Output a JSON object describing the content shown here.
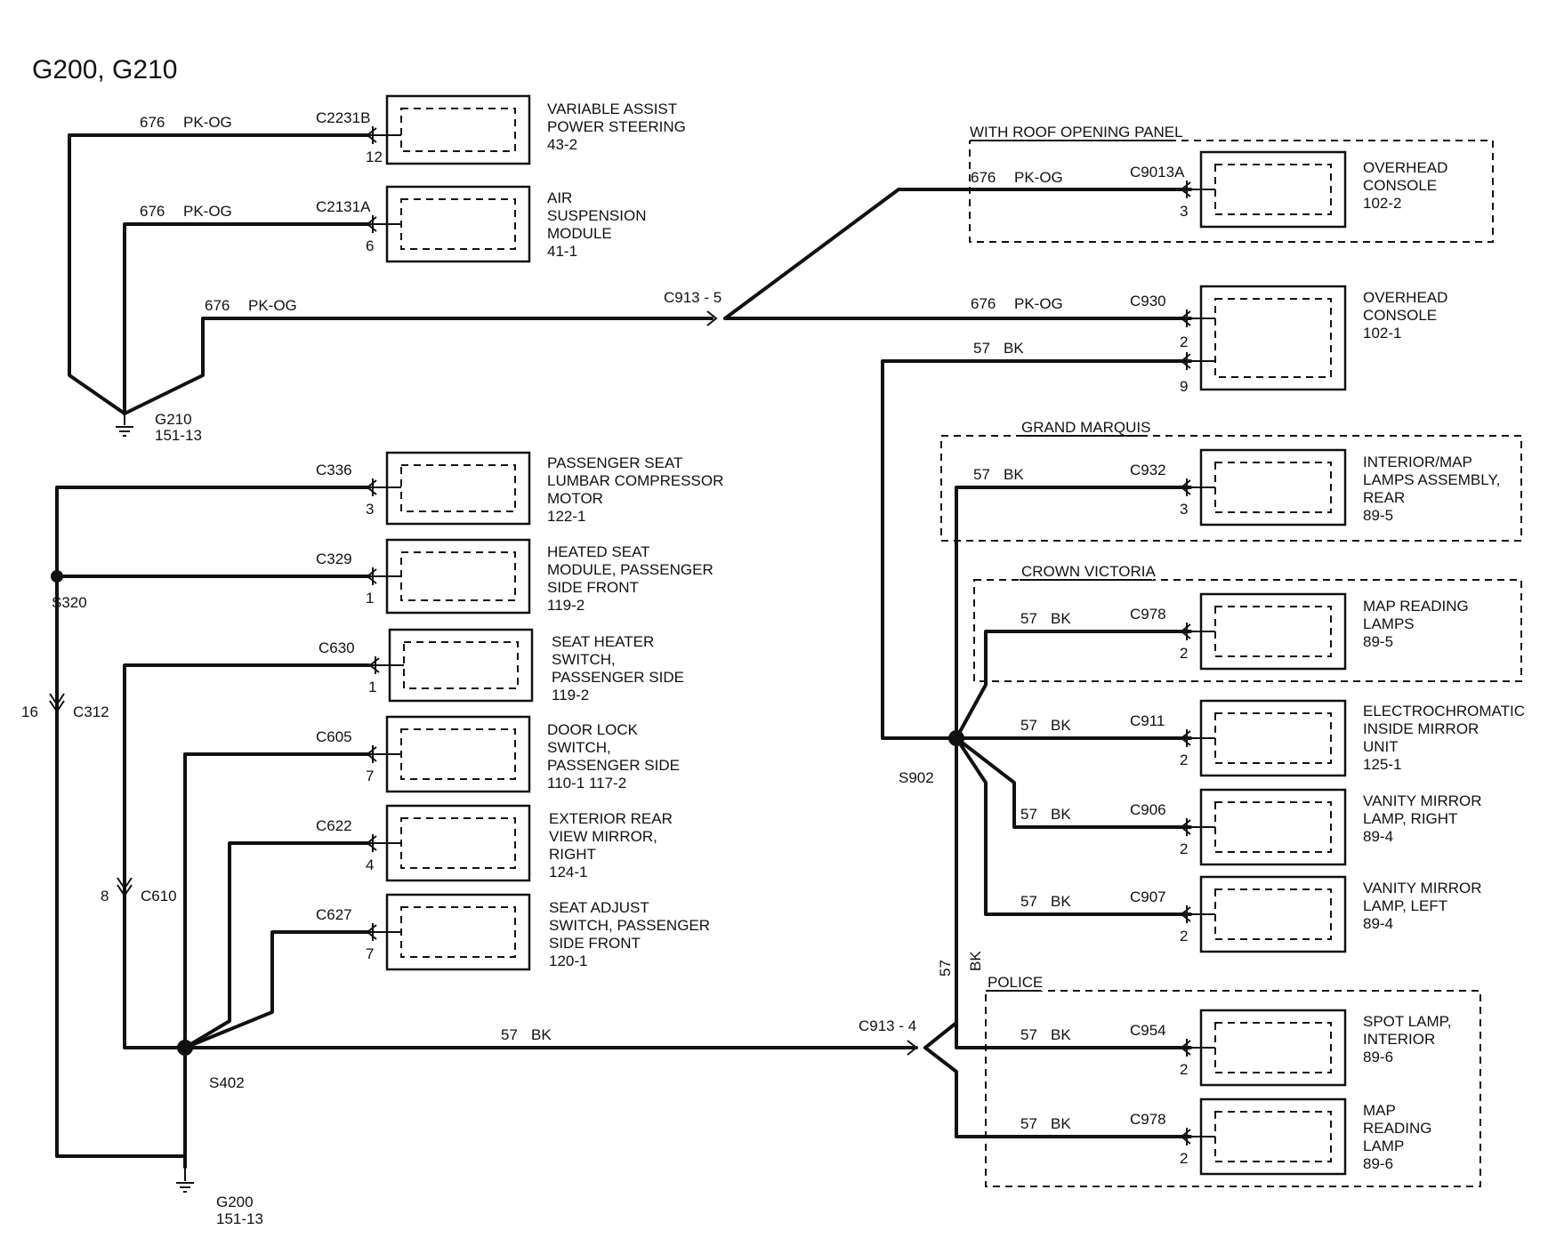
{
  "title": "G200, G210",
  "grounds": {
    "g210": {
      "name": "G210",
      "ref": "151-13"
    },
    "g200": {
      "name": "G200",
      "ref": "151-13"
    }
  },
  "groups": {
    "roof": "WITH ROOF OPENING PANEL",
    "grand": "GRAND MARQUIS",
    "crown": "CROWN VICTORIA",
    "police": "POLICE"
  },
  "splices": {
    "s320": "S320",
    "s402": "S402",
    "s902": "S902"
  },
  "inline_connectors": {
    "c312": {
      "name": "C312",
      "pin": "16"
    },
    "c610": {
      "name": "C610",
      "pin": "8"
    },
    "c913_5": "C913 - 5",
    "c913_4": "C913 - 4"
  },
  "wires": {
    "pk_og_circuit": "676",
    "pk_og_color": "PK-OG",
    "bk_circuit": "57",
    "bk_color": "BK"
  },
  "components": [
    {
      "id": "vaps",
      "connector": "C2231B",
      "pin": "12",
      "lines": [
        "VARIABLE ASSIST",
        "POWER STEERING",
        "43-2"
      ]
    },
    {
      "id": "asm",
      "connector": "C2131A",
      "pin": "6",
      "lines": [
        "AIR",
        "SUSPENSION",
        "MODULE",
        "41-1"
      ]
    },
    {
      "id": "lumbar",
      "connector": "C336",
      "pin": "3",
      "lines": [
        "PASSENGER SEAT",
        "LUMBAR COMPRESSOR",
        "MOTOR",
        "122-1"
      ]
    },
    {
      "id": "heated",
      "connector": "C329",
      "pin": "1",
      "lines": [
        "HEATED SEAT",
        "MODULE, PASSENGER",
        "SIDE FRONT",
        "119-2"
      ]
    },
    {
      "id": "seatheater",
      "connector": "C630",
      "pin": "1",
      "lines": [
        "SEAT HEATER",
        "SWITCH,",
        "PASSENGER SIDE",
        "119-2"
      ]
    },
    {
      "id": "doorlock",
      "connector": "C605",
      "pin": "7",
      "lines": [
        "DOOR LOCK",
        "SWITCH,",
        "PASSENGER SIDE",
        "110-1      117-2"
      ]
    },
    {
      "id": "extmirror",
      "connector": "C622",
      "pin": "4",
      "lines": [
        "EXTERIOR REAR",
        "VIEW MIRROR,",
        "RIGHT",
        "124-1"
      ]
    },
    {
      "id": "seatadj",
      "connector": "C627",
      "pin": "7",
      "lines": [
        "SEAT ADJUST",
        "SWITCH, PASSENGER",
        "SIDE FRONT",
        "120-1"
      ]
    },
    {
      "id": "overhead2",
      "connector": "C9013A",
      "pin": "3",
      "lines": [
        "OVERHEAD",
        "CONSOLE",
        "102-2"
      ]
    },
    {
      "id": "overhead1",
      "connector": "C930",
      "pin": "2",
      "pin2": "9",
      "lines": [
        "OVERHEAD",
        "CONSOLE",
        "102-1"
      ]
    },
    {
      "id": "intmap",
      "connector": "C932",
      "pin": "3",
      "lines": [
        "INTERIOR/MAP",
        "LAMPS ASSEMBLY,",
        "REAR",
        "89-5"
      ]
    },
    {
      "id": "mapread",
      "connector": "C978",
      "pin": "2",
      "lines": [
        "MAP READING",
        "LAMPS",
        "89-5"
      ]
    },
    {
      "id": "electro",
      "connector": "C911",
      "pin": "2",
      "lines": [
        "ELECTROCHROMATIC",
        "INSIDE MIRROR",
        "UNIT",
        "125-1"
      ]
    },
    {
      "id": "vanityr",
      "connector": "C906",
      "pin": "2",
      "lines": [
        "VANITY MIRROR",
        "LAMP, RIGHT",
        "89-4"
      ]
    },
    {
      "id": "vanityl",
      "connector": "C907",
      "pin": "2",
      "lines": [
        "VANITY MIRROR",
        "LAMP, LEFT",
        "89-4"
      ]
    },
    {
      "id": "spot",
      "connector": "C954",
      "pin": "2",
      "lines": [
        "SPOT LAMP,",
        "INTERIOR",
        "89-6"
      ]
    },
    {
      "id": "mapread2",
      "connector": "C978",
      "pin": "2",
      "lines": [
        "MAP",
        "READING",
        "LAMP",
        "89-6"
      ]
    }
  ]
}
